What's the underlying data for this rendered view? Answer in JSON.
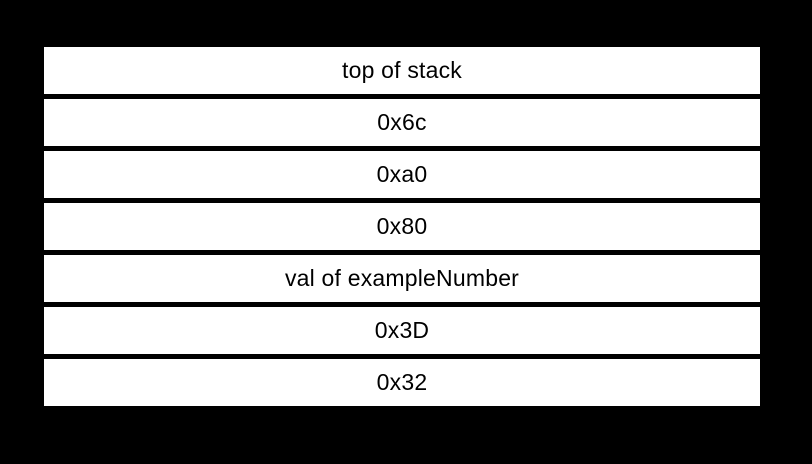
{
  "diagram": {
    "type": "stack-memory-diagram",
    "colors": {
      "page_background": "#000000",
      "cell_background": "#ffffff",
      "cell_text": "#000000",
      "divider": "#000000"
    },
    "rows": [
      {
        "label": "top of stack"
      },
      {
        "label": "0x6c"
      },
      {
        "label": "0xa0"
      },
      {
        "label": "0x80"
      },
      {
        "label": "val of exampleNumber"
      },
      {
        "label": "0x3D"
      },
      {
        "label": "0x32"
      }
    ]
  }
}
